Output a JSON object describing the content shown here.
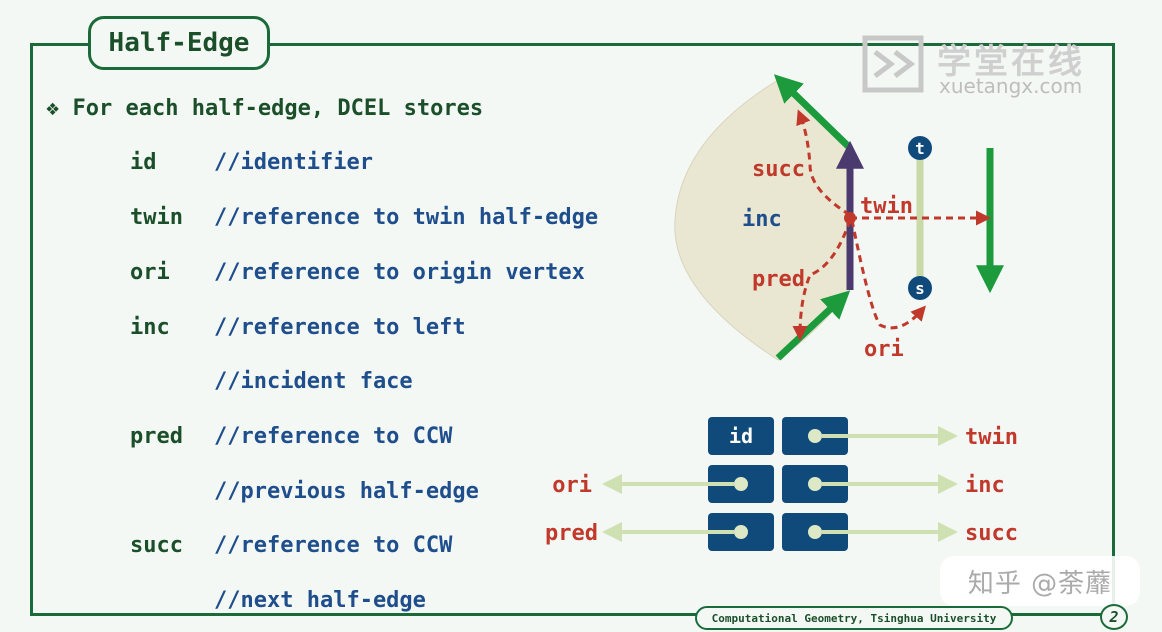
{
  "title": "Half-Edge",
  "watermark": {
    "cn": "学堂在线",
    "en": "xuetangx.com"
  },
  "bullet": "For each half-edge, DCEL stores",
  "rows": [
    {
      "field": "id",
      "comment": "//identifier"
    },
    {
      "field": "twin",
      "comment": "//reference to twin half-edge"
    },
    {
      "field": "ori",
      "comment": "//reference to origin vertex"
    },
    {
      "field": "inc",
      "comment": "//reference to left"
    },
    {
      "field": "",
      "comment": "//incident face"
    },
    {
      "field": "pred",
      "comment": "//reference to CCW"
    },
    {
      "field": "",
      "comment": "//previous half-edge"
    },
    {
      "field": "succ",
      "comment": "//reference to CCW"
    },
    {
      "field": "",
      "comment": "//next half-edge"
    }
  ],
  "diagram": {
    "succ": "succ",
    "twin": "twin",
    "inc": "inc",
    "pred": "pred",
    "ori": "ori",
    "vertex_t": "t",
    "vertex_s": "s"
  },
  "record": {
    "id": "id",
    "right_labels": [
      "twin",
      "inc",
      "succ"
    ],
    "left_labels": [
      "ori",
      "pred"
    ]
  },
  "footer": "Computational Geometry, Tsinghua University",
  "page": "2",
  "zhihu": "知乎 @荼蘼",
  "colors": {
    "green": "#1b6b3a",
    "blue": "#1f4e8c",
    "red": "#c0392b",
    "arrowGreen": "#1c9a3c",
    "box": "#0f4a7a"
  }
}
